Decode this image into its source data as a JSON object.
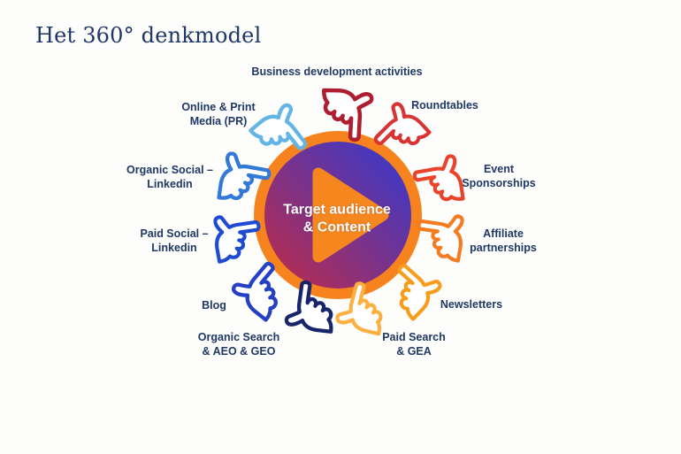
{
  "title": "Het 360° denkmodel",
  "center": {
    "label": [
      "Target audience",
      "& Content"
    ],
    "ring_color": "#F6831D",
    "triangle_color": "#F6871F",
    "gradient_start": "#C62B40",
    "gradient_end": "#2B3AD8",
    "text_color": "#FFFFFF"
  },
  "items": [
    {
      "id": "business-development-activities",
      "label": [
        "Business development activities"
      ],
      "hand_color": "#AD1E31"
    },
    {
      "id": "roundtables",
      "label": [
        "Roundtables"
      ],
      "hand_color": "#D93434"
    },
    {
      "id": "event-sponsorships",
      "label": [
        "Event",
        "Sponsorships"
      ],
      "hand_color": "#E9432C"
    },
    {
      "id": "affiliate-partnerships",
      "label": [
        "Affiliate",
        "partnerships"
      ],
      "hand_color": "#F47B20"
    },
    {
      "id": "newsletters",
      "label": [
        "Newsletters"
      ],
      "hand_color": "#F89C1C"
    },
    {
      "id": "paid-search-gea",
      "label": [
        "Paid Search",
        "& GEA"
      ],
      "hand_color": "#FBB040"
    },
    {
      "id": "organic-search-aeo-geo",
      "label": [
        "Organic Search",
        "& AEO & GEO"
      ],
      "hand_color": "#17256B"
    },
    {
      "id": "blog",
      "label": [
        "Blog"
      ],
      "hand_color": "#2540C4"
    },
    {
      "id": "paid-social-linkedin",
      "label": [
        "Paid Social –",
        "Linkedin"
      ],
      "hand_color": "#1E4BD2"
    },
    {
      "id": "organic-social-linkedin",
      "label": [
        "Organic Social –",
        "Linkedin"
      ],
      "hand_color": "#3379D8"
    },
    {
      "id": "online-print-media-pr",
      "label": [
        "Online & Print",
        "Media (PR)"
      ],
      "hand_color": "#63B5E5"
    }
  ]
}
